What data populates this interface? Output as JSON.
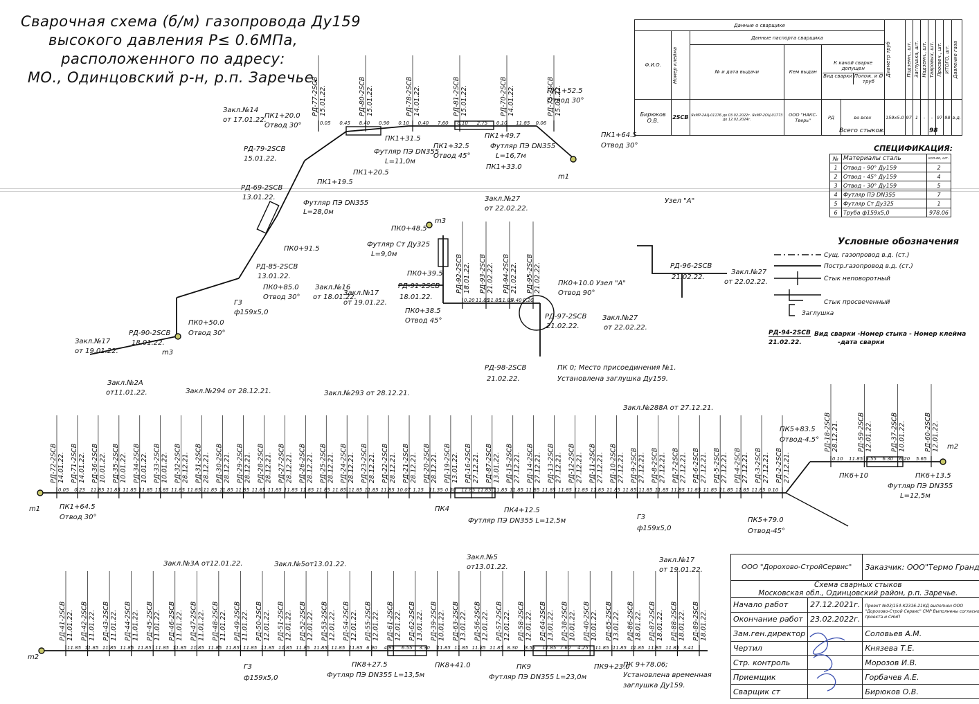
{
  "title": {
    "line1": "Сварочная схема (б/м) газопровода Ду159",
    "line2": "высокого давления Р≤ 0.6МПа,",
    "line3": "расположенного по адресу:",
    "line4": "МО., Одинцовский р-н, р.п. Заречье."
  },
  "welders_table": {
    "caption": "Данные о сварщике",
    "col_fio": "Ф.И.О.",
    "col_stamp": "Номер клейма",
    "col_passport": "Данные паспорта сварщика",
    "col_num_date": "№ и дата выдачи",
    "col_issued_by": "Кем выдан",
    "col_admitted": "К какой сварке допущен",
    "col_weld_type": "Вид сварки",
    "col_position": "Полож. и Ø труб",
    "col_pipe_diam": "Диаметр труб",
    "col_raised": "Подземн., шт.",
    "col_plugs": "Заглушка, шт.",
    "col_overground": "Надземн., шт.",
    "col_tee": "Тавровых, шт.",
    "col_xray": "Просвеч., шт.",
    "col_total": "ИТОГО, шт.",
    "col_pressure": "Давление газа",
    "row": {
      "fio": "Бирюков О.В.",
      "stamp": "2SCB",
      "num_date": "ЯкМР-2АЦ-01176 до 03.02.2022г. ЯкМР-2ОЦ-01773 до 12.02.2024г.",
      "issued_by": "ООО \"НАКС-Тверь\"",
      "weld_type": "РД",
      "position": "во всех",
      "pipe_diam": "159х5.0",
      "raised": "97",
      "plugs": "1",
      "overground": "-",
      "tee": "-",
      "xray": "97",
      "total": "98",
      "pressure": "в.д."
    },
    "total_label": "Всего стыков:",
    "total_value": "98"
  },
  "specification": {
    "title": "СПЕЦИФИКАЦИЯ:",
    "col_no": "№",
    "col_material": "Материалы сталь",
    "col_qty": "кол-во, шт.",
    "rows": [
      {
        "no": "1",
        "material": "Отвод - 90° Ду159",
        "qty": "2"
      },
      {
        "no": "2",
        "material": "Отвод - 45° Ду159",
        "qty": "4"
      },
      {
        "no": "3",
        "material": "Отвод - 30° Ду159",
        "qty": "5"
      },
      {
        "no": "4",
        "material": "Футляр ПЭ DN355",
        "qty": "7"
      },
      {
        "no": "5",
        "material": "Футляр Ст Ду325",
        "qty": "1"
      },
      {
        "no": "6",
        "material": "Труба ф159х5,0",
        "qty": "978.06"
      }
    ]
  },
  "legend": {
    "title": "Условные обозначения",
    "existing": "Сущ. газопровод в.д. (ст.)",
    "built": "Постр.газопровод в.д. (ст.)",
    "fixed_joint": "Стык неповоротный",
    "xray_joint": "Стык просвеченный",
    "plug": "Заглушка",
    "example_label": "РД-94-2SCB",
    "example_date": "21.02.22.",
    "example_desc1": "Вид сварки -Номер стыка - Номер клейма",
    "example_desc2": "-дата сварки"
  },
  "stamp": {
    "company": "ООО \"Дорохово-СтройСервис\"",
    "customer_label": "Заказчик:",
    "customer": "ООО\"Термо Гранд\"",
    "doc_title": "Схема сварных стыков",
    "doc_location": "Московская обл., Одинцовский район, р.п. Заречье.",
    "start_label": "Начало работ",
    "start_date": "27.12.2021г.",
    "end_label": "Окончание работ",
    "end_date": "23.02.2022г.",
    "project_note": "Проект №03/154-К2316-21КД выполнен ООО \"Дорохово-Строй Сервис\" СМР Выполнены согласно проекта и СНиП",
    "deputy_label": "Зам.ген.директор",
    "deputy_name": "Соловьев А.М.",
    "drawn_label": "Чертил",
    "drawn_name": "Князева Т.Е.",
    "control_label": "Стр. контроль",
    "control_name": "Морозов И.В.",
    "accept_label": "Приемщик",
    "accept_name": "Горбачев А.Е.",
    "welder_label": "Сварщик ст",
    "welder_name": "Бирюков О.В."
  },
  "diagram_labels": {
    "node_a": "Узел \"А\"",
    "pk0_10": "ПК0+10.0  Узел \"А\"",
    "elbow90": "Отвод 90°",
    "pk0_note1": "ПК 0; Место присоединения №1.",
    "pk0_note2": "Установлена заглушка Ду159.",
    "pk0_38": "ПК0+38.5",
    "elbow45a": "Отвод 45°",
    "pk0_395": "ПК0+39.5",
    "pk0_485": "ПК0+48.5",
    "sleeve_st": "Футляр Ст Ду325",
    "sleeve_st_len": "L=9,0м",
    "pk0_50": "ПК0+50.0",
    "elbow30a": "Отвод 30°",
    "pk0_85": "ПК0+85.0",
    "elbow30b": "Отвод 30°",
    "pk0_915": "ПК0+91.5",
    "pk1_195": "ПК1+19.5",
    "sleeve1": "Футляр ПЭ DN355",
    "sleeve1_len": "L=28,0м",
    "pk1_20": "ПК1+20.0",
    "elbow30c": "Отвод 30°",
    "pk1_205": "ПК1+20.5",
    "sleeve2": "Футляр ПЭ DN355",
    "sleeve2_len": "L=11,0м",
    "pk1_315": "ПК1+31.5",
    "pk1_325": "ПК1+32.5",
    "elbow45b": "Отвод 45°",
    "pk1_33": "ПК1+33.0",
    "pk1_497": "ПК1+49.7",
    "sleeve3": "Футляр ПЭ DN355",
    "sleeve3_len": "L=16,7м",
    "pk1_525": "ПК1+52.5",
    "elbow30d": "Отвод 30°",
    "pk1_645": "ПК1+64.5",
    "elbow30e": "Отвод 30°",
    "g3": "Г3",
    "pipe": "ф159х5,0",
    "m1": "m1",
    "m2": "m2",
    "m3": "m3",
    "pk1_645b": "ПК1+64.5",
    "elbow30f": "Отвод 30°",
    "pk4": "ПК4",
    "pk4_125": "ПК4+12.5",
    "sleeve4": "Футляр ПЭ DN355 L=12,5м",
    "pk5_79": "ПК5+79.0",
    "elbow45c": "Отвод-45°",
    "pk5_835": "ПК5+83.5",
    "elbow45d": "Отвод-4.5°",
    "pk6_10": "ПК6+10",
    "pk6_135": "ПК6+13.5",
    "sleeve5": "Футляр ПЭ DN355",
    "sleeve5_len": "L=12,5м",
    "pk8_275": "ПК8+27.5",
    "sleeve6": "Футляр ПЭ DN355 L=13,5м",
    "pk8_41": "ПК8+41.0",
    "pk9": "ПК9",
    "sleeve7": "Футляр ПЭ DN355 L=23,0м",
    "pk9_23": "ПК9+23.0",
    "pk9_7806": "ПК 9+78.06;",
    "temp_plug1": "Установлена временная",
    "temp_plug2": "заглушка Ду159.",
    "concl2a": "Закл.№2А",
    "concl2a_date": "от11.01.22.",
    "concl294": "Закл.№294  от  28.12.21.",
    "concl293": "Закл.№293  от  28.12.21.",
    "concl288a": "Закл.№288А  от  27.12.21.",
    "concl3a": "Закл.№3А  от12.01.22.",
    "concl5": "Закл.№5от13.01.22.",
    "concl5b": "Закл.№5",
    "concl5b_date": "от13.01.22.",
    "concl17": "Закл.№17",
    "concl17_date": "от 19.01.22.",
    "concl27": "Закл.№27",
    "concl27_date": "от 22.02.22.",
    "concl17b": "Закл.№17",
    "concl17b_date": "от 19.01.22.",
    "concl27b": "Закл.№27",
    "concl27b_date": "от 22.02.22.",
    "concl27c": "Закл.№27",
    "concl27c_date": "от 22.02.22.",
    "concl16": "Закл.№16",
    "concl16_date": "от 18.01.22.",
    "concl17c": "Закл.№17",
    "concl17c_date": "от 19.01.22.",
    "concl14": "Закл.№14",
    "concl14_date": "от 17.01.22.",
    "rd90": "РД-90-2SCB",
    "rd90_date": "18.01.22.",
    "rd91": "РД-91-2SCB",
    "rd91_date": "18.01.22.",
    "rd97": "РД-97-2SCB",
    "rd97_date": "21.02.22.",
    "rd98": "РД-98-2SCB",
    "rd98_date": "21.02.22.",
    "rd96": "РД-96-2SCB",
    "rd96_date": "21.02.22.",
    "rd95": "РД-95-2SCB",
    "rd95_date": "21.02.22.",
    "rd85": "РД-85-2SCB",
    "rd85_date": "13.01.22.",
    "rd79": "РД-79-2SCB",
    "rd79_date": "15.01.22.",
    "rd69": "РД-69-2SCB",
    "rd69_date": "13.01.22."
  },
  "dimension_values": {
    "row1": [
      "0.05",
      "0.23",
      "11.85",
      "11.85",
      "11.85",
      "11.85",
      "11.85",
      "11.85",
      "11.85",
      "11.85",
      "11.85",
      "11.85",
      "11.85",
      "11.85",
      "11.85",
      "11.85",
      "11.85",
      "11.85",
      "11.85",
      "11.85",
      "11.85",
      "10.07",
      "1.15",
      "11.35",
      "0.50",
      "11.85",
      "11.85",
      "11.85",
      "11.85",
      "11.85",
      "11.85",
      "11.85",
      "11.85",
      "11.85",
      "11.85",
      "11.85",
      "11.85",
      "11.85",
      "11.85",
      "11.85",
      "11.85",
      "11.85",
      "11.85",
      "11.85",
      "0.10"
    ],
    "row1_right": [
      "0.10",
      "11.85",
      "5.55",
      "6.30",
      "6.20",
      "5.65"
    ],
    "row2": [
      "11.85",
      "11.85",
      "11.85",
      "11.85",
      "11.85",
      "11.85",
      "11.85",
      "11.85",
      "11.85",
      "11.85",
      "11.85",
      "11.85",
      "11.85",
      "11.85",
      "11.85",
      "11.85",
      "11.85",
      "6.90",
      "4.95",
      "6.55",
      "3.30",
      "11.85",
      "11.85",
      "11.85",
      "11.85",
      "8.30",
      "3.55",
      "11.85",
      "7.60",
      "4.25",
      "11.85",
      "11.85",
      "11.85",
      "11.85",
      "11.85",
      "3.41"
    ],
    "upper_mid": [
      "0.20",
      "11.85",
      "11.85",
      "11.85",
      "4.40",
      "0.20"
    ],
    "upper_top": [
      "0.05",
      "0.45",
      "8.40",
      "0.90",
      "0.10",
      "0.40",
      "7.60",
      "8.10",
      "2.75",
      "0.10",
      "11.85",
      "0.06"
    ]
  },
  "joints": {
    "row1": [
      {
        "label": "РД-72-2SCB",
        "date": "14.01.22."
      },
      {
        "label": "РД-71-2SCB",
        "date": "14.01.22."
      },
      {
        "label": "РД-36-2SCB",
        "date": "10.01.22."
      },
      {
        "label": "РД-35-2SCB",
        "date": "10.01.22."
      },
      {
        "label": "РД-34-2SCB",
        "date": "10.01.22."
      },
      {
        "label": "РД-33-2SCB",
        "date": "10.01.22."
      },
      {
        "label": "РД-32-2SCB",
        "date": "28.12.21."
      },
      {
        "label": "РД-31-2SCB",
        "date": "28.12.21."
      },
      {
        "label": "РД-30-2SCB",
        "date": "28.12.21."
      },
      {
        "label": "РД-29-2SCB",
        "date": "28.12.21."
      },
      {
        "label": "РД-28-2SCB",
        "date": "28.12.21."
      },
      {
        "label": "РД-27-2SCB",
        "date": "28.12.21."
      },
      {
        "label": "РД-26-2SCB",
        "date": "28.12.21."
      },
      {
        "label": "РД-25-2SCB",
        "date": "28.12.21."
      },
      {
        "label": "РД-24-2SCB",
        "date": "28.12.21."
      },
      {
        "label": "РД-23-2SCB",
        "date": "28.12.21."
      },
      {
        "label": "РД-22-2SCB",
        "date": "28.12.21."
      },
      {
        "label": "РД-21-2SCB",
        "date": "28.12.21."
      },
      {
        "label": "РД-20-2SCB",
        "date": "28.12.21."
      },
      {
        "label": "РД-19-2SCB",
        "date": "13.01.22."
      },
      {
        "label": "РД-16-2SCB",
        "date": "27.12.21."
      },
      {
        "label": "РД-87-2SCB",
        "date": "13.01.22."
      },
      {
        "label": "РД-15-2SCB",
        "date": "27.12.21."
      },
      {
        "label": "РД-14-2SCB",
        "date": "27.12.21."
      },
      {
        "label": "РД-13-2SCB",
        "date": "27.12.21."
      },
      {
        "label": "РД-12-2SCB",
        "date": "27.12.21."
      },
      {
        "label": "РД-11-2SCB",
        "date": "27.12.21."
      },
      {
        "label": "РД-10-2SCB",
        "date": "27.12.21."
      },
      {
        "label": "РД-9-2SCB",
        "date": "27.12.21."
      },
      {
        "label": "РД-8-2SCB",
        "date": "27.12.21."
      },
      {
        "label": "РД-7-2SCB",
        "date": "27.12.21."
      },
      {
        "label": "РД-6-2SCB",
        "date": "27.12.21."
      },
      {
        "label": "РД-5-2SCB",
        "date": "27.12.21."
      },
      {
        "label": "РД-4-2SCB",
        "date": "27.12.21."
      },
      {
        "label": "РД-3-2SCB",
        "date": "27.12.21."
      },
      {
        "label": "РД-2-2SCB",
        "date": "27.12.21."
      }
    ],
    "row1_right": [
      {
        "label": "РД-18-2SCB",
        "date": "28.12.21."
      },
      {
        "label": "РД-59-2SCB",
        "date": "12.01.22."
      },
      {
        "label": "РД-37-2SCB",
        "date": "10.01.22."
      },
      {
        "label": "РД-60-2SCB",
        "date": "12.01.22."
      }
    ],
    "row2": [
      {
        "label": "РД-41-2SCB",
        "date": "11.01.22."
      },
      {
        "label": "РД-42-2SCB",
        "date": "11.01.22."
      },
      {
        "label": "РД-43-2SCB",
        "date": "11.01.22."
      },
      {
        "label": "РД-44-2SCB",
        "date": "11.01.22."
      },
      {
        "label": "РД-45-2SCB",
        "date": "11.01.22."
      },
      {
        "label": "РД-46-2SCB",
        "date": "11.01.22."
      },
      {
        "label": "РД-47-2SCB",
        "date": "11.01.22."
      },
      {
        "label": "РД-48-2SCB",
        "date": "11.01.22."
      },
      {
        "label": "РД-49-2SCB",
        "date": "11.01.22."
      },
      {
        "label": "РД-50-2SCB",
        "date": "12.01.22."
      },
      {
        "label": "РД-51-2SCB",
        "date": "12.01.22."
      },
      {
        "label": "РД-52-2SCB",
        "date": "12.01.22."
      },
      {
        "label": "РД-53-2SCB",
        "date": "12.01.22."
      },
      {
        "label": "РД-54-2SCB",
        "date": "12.01.22."
      },
      {
        "label": "РД-55-2SCB",
        "date": "12.01.22."
      },
      {
        "label": "РД-61-2SCB",
        "date": "12.01.22."
      },
      {
        "label": "РД-62-2SCB",
        "date": "13.01.22."
      },
      {
        "label": "РД-39-2SCB",
        "date": "10.01.22."
      },
      {
        "label": "РД-63-2SCB",
        "date": "13.01.22."
      },
      {
        "label": "РД-56-2SCB",
        "date": "12.01.22."
      },
      {
        "label": "РД-57-2SCB",
        "date": "12.01.22."
      },
      {
        "label": "РД-58-2SCB",
        "date": "12.01.22."
      },
      {
        "label": "РД-64-2SCB",
        "date": "13.01.22."
      },
      {
        "label": "РД-38-2SCB",
        "date": "10.01.22."
      },
      {
        "label": "РД-40-2SCB",
        "date": "10.01.22."
      },
      {
        "label": "РД-65-2SCB",
        "date": "13.01.22."
      },
      {
        "label": "РД-86-2SCB",
        "date": "18.01.22."
      },
      {
        "label": "РД-87-2SCB",
        "date": "18.01.22."
      },
      {
        "label": "РД-88-2SCB",
        "date": "18.01.22."
      },
      {
        "label": "РД-89-2SCB",
        "date": "18.01.22."
      }
    ],
    "upper_mid": [
      {
        "label": "РД-92-2SCB",
        "date": "18.01.22."
      },
      {
        "label": "РД-93-2SCB",
        "date": "21.02.22."
      },
      {
        "label": "РД-94-2SCB",
        "date": "21.02.22."
      },
      {
        "label": "РД-95-2SCB",
        "date": "21.02.22."
      }
    ],
    "upper_top": [
      {
        "label": "РД-77-2SCB",
        "date": "15.01.22."
      },
      {
        "label": "РД-80-2SCB",
        "date": "15.01.22."
      },
      {
        "label": "РД-78-2SCB",
        "date": "14.01.22."
      },
      {
        "label": "РД-81-2SCB",
        "date": "15.01.22."
      },
      {
        "label": "РД-70-2SCB",
        "date": "14.01.22."
      },
      {
        "label": "РД-75-2SCB",
        "date": "15.01.22."
      }
    ]
  }
}
